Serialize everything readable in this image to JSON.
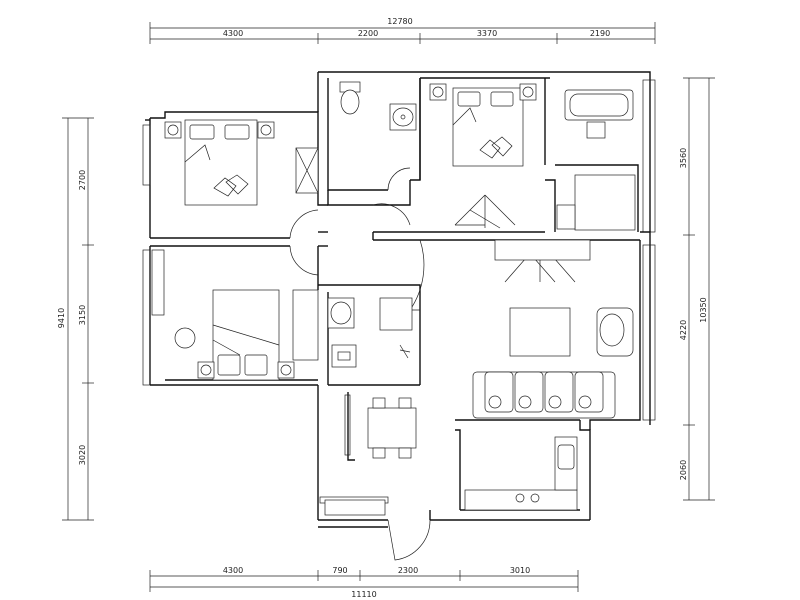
{
  "dimensions": {
    "top_total": "12780",
    "top_segments": [
      "4300",
      "2200",
      "3370",
      "2190"
    ],
    "bottom_segments": [
      "4300",
      "790",
      "2300",
      "3010"
    ],
    "bottom_total": "11110",
    "left_total": "9410",
    "left_segments": [
      "2700",
      "3150",
      "3020"
    ],
    "right_outer": "10350",
    "right_segments": [
      "3560",
      "4220",
      "2060"
    ]
  }
}
